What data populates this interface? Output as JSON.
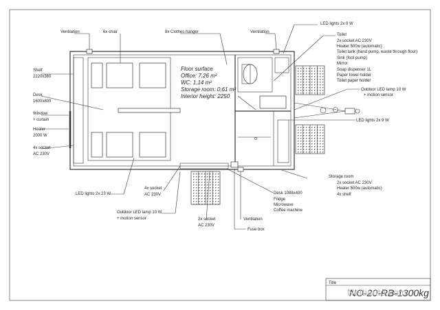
{
  "labels": {
    "ventilation_left": "Ventilation",
    "chair": "6x chair",
    "clothes_hanger": "8x Clothes hanger",
    "ventilation_top": "Ventilation",
    "led_top": "LED lights 2x 9 W",
    "toilet": [
      "Toilet",
      "2x socket AC 230V",
      "Heater 500w (automatic)",
      "Toilet tank (hand pump, waste through floor)",
      "Sink (foot pump)",
      "Mirror",
      "Soap dispenser 1L",
      "Paper towel holder",
      "Toilet paper holder"
    ],
    "shelf": [
      "Shelf",
      "2220x360"
    ],
    "desk": [
      "Desk",
      "1600x800"
    ],
    "window": [
      "Window",
      "+ curtain"
    ],
    "heater": [
      "Heater",
      "2000 W"
    ],
    "socket_left": [
      "4x socket",
      "AC 230V"
    ],
    "outdoor_led_right": [
      "Outdoor LED lamp 10 W",
      "+ motion sensor"
    ],
    "led_mid": "LED lights 2x 9 W",
    "led_bottom": "LED lights 2x 23 W",
    "socket_bottom": [
      "4x socket",
      "AC 230V"
    ],
    "storage": [
      "Storage room",
      "2x socket AC 230V",
      "Heater 500w (automatic)",
      "4x shelf"
    ],
    "desk_small": [
      "Desk 1088x400",
      "Fridge",
      "Microwave",
      "Coffee machine"
    ],
    "outdoor_led_left": [
      "Outdoor LED lamp 10 W",
      "+ motion sensor"
    ],
    "socket_small": [
      "2x socket",
      "AC 230V"
    ],
    "ventilation_bottom": "Ventilation",
    "fuse_box": "Fuse box"
  },
  "floor_notes": [
    "Floor surface",
    "Office: 7,26 m²",
    "WC: 1,14 m²",
    "Storage room: 0,61 m²",
    "Interior height: 2250"
  ],
  "title_block": {
    "label": "Title",
    "value": "NO-20-RB-1300kg"
  },
  "watermark": "Nettiauto.com"
}
